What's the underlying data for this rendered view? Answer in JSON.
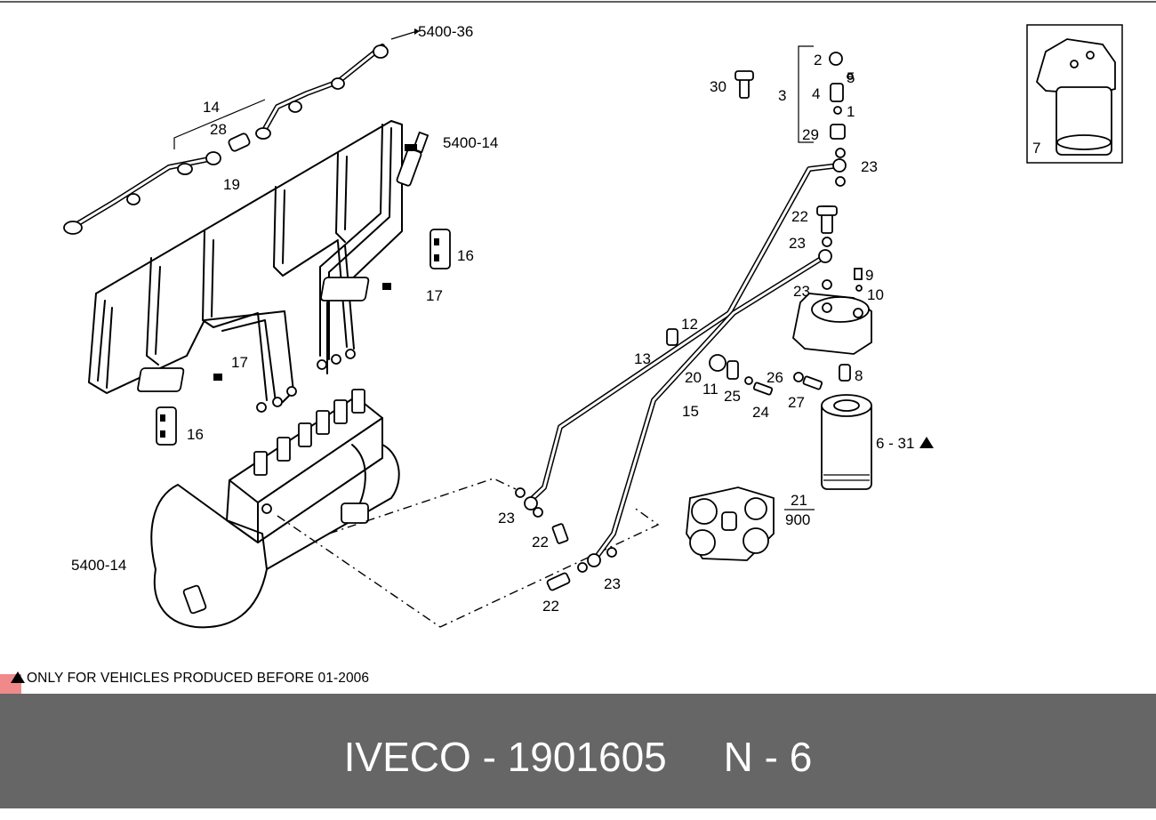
{
  "callouts": {
    "ref_5400_36": "5400-36",
    "ref_5400_14_top": "5400-14",
    "ref_5400_14_left": "5400-14",
    "n14": "14",
    "n28": "28",
    "n19": "19",
    "n16a": "16",
    "n17a": "17",
    "n17b": "17",
    "n16b": "16",
    "n30": "30",
    "n2": "2",
    "n5": "5",
    "n3": "3",
    "n4": "4",
    "n1": "1",
    "n29": "29",
    "n23a": "23",
    "n22a": "22",
    "n23b": "23",
    "n23c": "23",
    "n9": "9",
    "n10": "10",
    "n8": "8",
    "n12": "12",
    "n13": "13",
    "n20": "20",
    "n11": "11",
    "n25": "25",
    "n26": "26",
    "n24": "24",
    "n27": "27",
    "n15": "15",
    "n6_31": "6 - 31",
    "n23d": "23",
    "n22b": "22",
    "n23e": "23",
    "n22c": "22",
    "n21": "21",
    "n900": "900",
    "n7": "7"
  },
  "note": "ONLY FOR VEHICLES PRODUCED BEFORE 01-2006",
  "footer": {
    "title": "IVECO - 1901605     N - 6"
  },
  "colors": {
    "footer_bg": "#666666",
    "footer_text": "#ffffff",
    "corner_marker": "#f08a8a"
  }
}
